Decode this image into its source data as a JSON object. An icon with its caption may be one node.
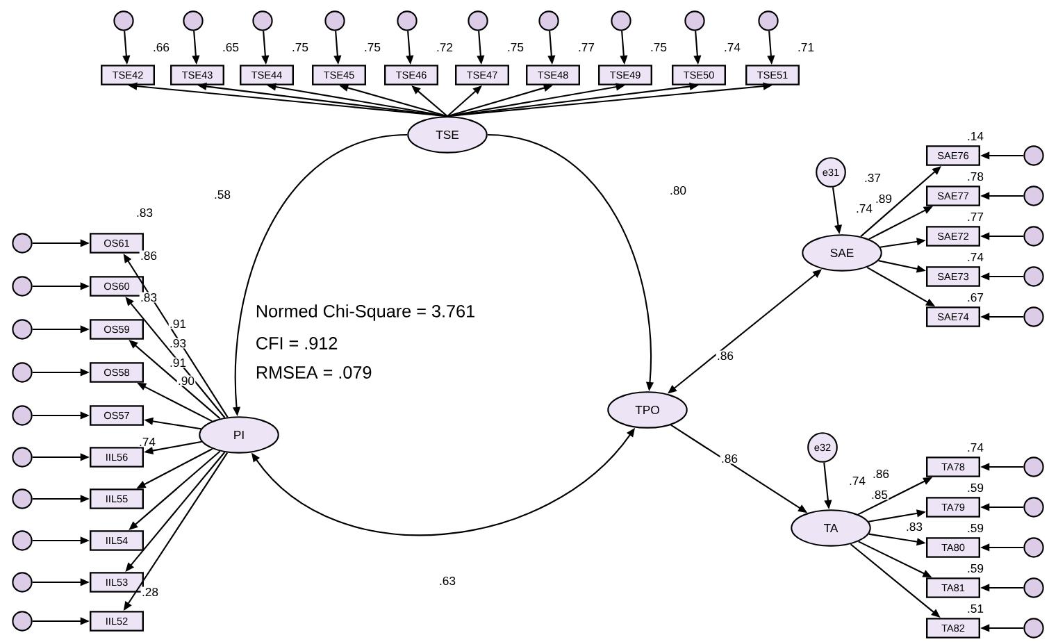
{
  "diagram": {
    "nodes": [
      {
        "text": [
          "TSE"
        ]
      },
      {
        "text": [
          "PI"
        ]
      },
      {
        "text": [
          "TPO"
        ]
      },
      {
        "text": [
          "SAE"
        ]
      },
      {
        "text": [
          "TA"
        ]
      },
      {
        "text": [
          "e31"
        ]
      },
      {
        "text": [
          "e32"
        ]
      },
      {
        "text": [
          "TSE42"
        ],
        "beside": [
          ".66"
        ]
      },
      {
        "text": [
          "TSE43"
        ],
        "beside": [
          ".65"
        ]
      },
      {
        "text": [
          "TSE44"
        ],
        "beside": [
          ".75"
        ]
      },
      {
        "text": [
          "TSE45"
        ],
        "beside": [
          ".75"
        ]
      },
      {
        "text": [
          "TSE46"
        ],
        "beside": [
          ".72"
        ]
      },
      {
        "text": [
          "TSE47"
        ],
        "beside": [
          ".75"
        ]
      },
      {
        "text": [
          "TSE48"
        ],
        "beside": [
          ".77"
        ]
      },
      {
        "text": [
          "TSE49"
        ],
        "beside": [
          ".75"
        ]
      },
      {
        "text": [
          "TSE50"
        ],
        "beside": [
          ".74"
        ]
      },
      {
        "text": [
          "TSE51"
        ],
        "beside": [
          ".71"
        ]
      },
      {
        "text": [],
        "shape": "circle"
      },
      {
        "text": [],
        "shape": "circle"
      },
      {
        "text": [],
        "shape": "circle"
      },
      {
        "text": [],
        "shape": "circle"
      },
      {
        "text": [],
        "shape": "circle"
      },
      {
        "text": [],
        "shape": "circle"
      },
      {
        "text": [],
        "shape": "circle"
      },
      {
        "text": [],
        "shape": "circle"
      },
      {
        "text": [],
        "shape": "circle"
      },
      {
        "text": [],
        "shape": "circle"
      },
      {
        "text": [
          "OS61"
        ]
      },
      {
        "text": [
          "OS60"
        ]
      },
      {
        "text": [
          "OS59"
        ]
      },
      {
        "text": [
          "OS58"
        ]
      },
      {
        "text": [
          "OS57"
        ]
      },
      {
        "text": [
          "IIL56"
        ]
      },
      {
        "text": [
          "IIL55"
        ]
      },
      {
        "text": [
          "IIL54"
        ]
      },
      {
        "text": [
          "IIL53"
        ]
      },
      {
        "text": [
          "IIL52"
        ]
      },
      {
        "text": [],
        "shape": "circle"
      },
      {
        "text": [],
        "shape": "circle"
      },
      {
        "text": [],
        "shape": "circle"
      },
      {
        "text": [],
        "shape": "circle"
      },
      {
        "text": [],
        "shape": "circle"
      },
      {
        "text": [],
        "shape": "circle"
      },
      {
        "text": [],
        "shape": "circle"
      },
      {
        "text": [],
        "shape": "circle"
      },
      {
        "text": [],
        "shape": "circle"
      },
      {
        "text": [],
        "shape": "circle"
      },
      {
        "text": [
          "SAE76"
        ],
        "beside": [
          ".14"
        ]
      },
      {
        "text": [
          "SAE77"
        ],
        "beside": [
          ".78"
        ]
      },
      {
        "text": [
          "SAE72"
        ],
        "beside": [
          ".77"
        ]
      },
      {
        "text": [
          "SAE73"
        ],
        "beside": [
          ".74"
        ]
      },
      {
        "text": [
          "SAE74"
        ],
        "beside": [
          ".67"
        ]
      },
      {
        "text": [],
        "shape": "circle"
      },
      {
        "text": [],
        "shape": "circle"
      },
      {
        "text": [],
        "shape": "circle"
      },
      {
        "text": [],
        "shape": "circle"
      },
      {
        "text": [],
        "shape": "circle"
      },
      {
        "text": [
          "TA78"
        ],
        "beside": [
          ".74"
        ]
      },
      {
        "text": [
          "TA79"
        ],
        "beside": [
          ".59"
        ]
      },
      {
        "text": [
          "TA80"
        ],
        "beside": [
          ".59"
        ]
      },
      {
        "text": [
          "TA81"
        ],
        "beside": [
          ".59"
        ]
      },
      {
        "text": [
          "TA82"
        ],
        "beside": [
          ".51"
        ]
      },
      {
        "text": [],
        "shape": "circle"
      },
      {
        "text": [],
        "shape": "circle"
      },
      {
        "text": [],
        "shape": "circle"
      },
      {
        "text": [],
        "shape": "circle"
      },
      {
        "text": [],
        "shape": "circle"
      }
    ],
    "edges": [
      {
        "from": 0,
        "to": 1,
        "arrow": "to",
        "label": ".58"
      },
      {
        "from": 0,
        "to": 2,
        "arrow": "to",
        "label": ".80"
      },
      {
        "from": 1,
        "to": 2,
        "arrow": "both",
        "label": ".63"
      },
      {
        "from": 2,
        "to": 3,
        "arrow": "both",
        "label": ".86"
      },
      {
        "from": 2,
        "to": 4,
        "arrow": "to",
        "label": ".86"
      },
      {
        "from": 5,
        "to": 3,
        "arrow": "to"
      },
      {
        "from": 6,
        "to": 4,
        "arrow": "to"
      },
      {
        "from": 0,
        "to": 7,
        "arrow": "to"
      },
      {
        "from": 0,
        "to": 8,
        "arrow": "to"
      },
      {
        "from": 0,
        "to": 9,
        "arrow": "to"
      },
      {
        "from": 0,
        "to": 10,
        "arrow": "to"
      },
      {
        "from": 0,
        "to": 11,
        "arrow": "to"
      },
      {
        "from": 0,
        "to": 12,
        "arrow": "to"
      },
      {
        "from": 0,
        "to": 13,
        "arrow": "to"
      },
      {
        "from": 0,
        "to": 14,
        "arrow": "to"
      },
      {
        "from": 0,
        "to": 15,
        "arrow": "to"
      },
      {
        "from": 0,
        "to": 16,
        "arrow": "to"
      },
      {
        "from": 17,
        "to": 7,
        "arrow": "to"
      },
      {
        "from": 18,
        "to": 8,
        "arrow": "to"
      },
      {
        "from": 19,
        "to": 9,
        "arrow": "to"
      },
      {
        "from": 20,
        "to": 10,
        "arrow": "to"
      },
      {
        "from": 21,
        "to": 11,
        "arrow": "to"
      },
      {
        "from": 22,
        "to": 12,
        "arrow": "to"
      },
      {
        "from": 23,
        "to": 13,
        "arrow": "to"
      },
      {
        "from": 24,
        "to": 14,
        "arrow": "to"
      },
      {
        "from": 25,
        "to": 15,
        "arrow": "to"
      },
      {
        "from": 26,
        "to": 16,
        "arrow": "to"
      },
      {
        "from": 1,
        "to": 27,
        "arrow": "to"
      },
      {
        "from": 1,
        "to": 28,
        "arrow": "to"
      },
      {
        "from": 1,
        "to": 29,
        "arrow": "to"
      },
      {
        "from": 1,
        "to": 30,
        "arrow": "to"
      },
      {
        "from": 1,
        "to": 31,
        "arrow": "to"
      },
      {
        "from": 1,
        "to": 32,
        "arrow": "to"
      },
      {
        "from": 1,
        "to": 33,
        "arrow": "to"
      },
      {
        "from": 1,
        "to": 34,
        "arrow": "to"
      },
      {
        "from": 1,
        "to": 35,
        "arrow": "to"
      },
      {
        "from": 1,
        "to": 36,
        "arrow": "to"
      },
      {
        "from": 37,
        "to": 27,
        "arrow": "to"
      },
      {
        "from": 38,
        "to": 28,
        "arrow": "to"
      },
      {
        "from": 39,
        "to": 29,
        "arrow": "to"
      },
      {
        "from": 40,
        "to": 30,
        "arrow": "to"
      },
      {
        "from": 41,
        "to": 31,
        "arrow": "to"
      },
      {
        "from": 42,
        "to": 32,
        "arrow": "to"
      },
      {
        "from": 43,
        "to": 33,
        "arrow": "to"
      },
      {
        "from": 44,
        "to": 34,
        "arrow": "to"
      },
      {
        "from": 45,
        "to": 35,
        "arrow": "to"
      },
      {
        "from": 46,
        "to": 36,
        "arrow": "to"
      },
      {
        "from": 3,
        "to": 47,
        "arrow": "to"
      },
      {
        "from": 3,
        "to": 48,
        "arrow": "to"
      },
      {
        "from": 3,
        "to": 49,
        "arrow": "to"
      },
      {
        "from": 3,
        "to": 50,
        "arrow": "to"
      },
      {
        "from": 3,
        "to": 51,
        "arrow": "to"
      },
      {
        "from": 52,
        "to": 47,
        "arrow": "to"
      },
      {
        "from": 53,
        "to": 48,
        "arrow": "to"
      },
      {
        "from": 54,
        "to": 49,
        "arrow": "to"
      },
      {
        "from": 55,
        "to": 50,
        "arrow": "to"
      },
      {
        "from": 56,
        "to": 51,
        "arrow": "to"
      },
      {
        "from": 4,
        "to": 57,
        "arrow": "to"
      },
      {
        "from": 4,
        "to": 58,
        "arrow": "to"
      },
      {
        "from": 4,
        "to": 59,
        "arrow": "to"
      },
      {
        "from": 4,
        "to": 60,
        "arrow": "to"
      },
      {
        "from": 4,
        "to": 61,
        "arrow": "to"
      },
      {
        "from": 62,
        "to": 57,
        "arrow": "to"
      },
      {
        "from": 63,
        "to": 58,
        "arrow": "to"
      },
      {
        "from": 64,
        "to": 59,
        "arrow": "to"
      },
      {
        "from": 65,
        "to": 60,
        "arrow": "to"
      },
      {
        "from": 66,
        "to": 61,
        "arrow": "to"
      }
    ],
    "labels": [
      "Normed Chi-Square = 3.761",
      "CFI = .912",
      "RMSEA = .079",
      ".83",
      ".86",
      ".83",
      ".91",
      ".93",
      ".91",
      ".90",
      ".74",
      ".28",
      ".37",
      ".89",
      ".74",
      ".74",
      ".86",
      ".85",
      ".83"
    ]
  }
}
